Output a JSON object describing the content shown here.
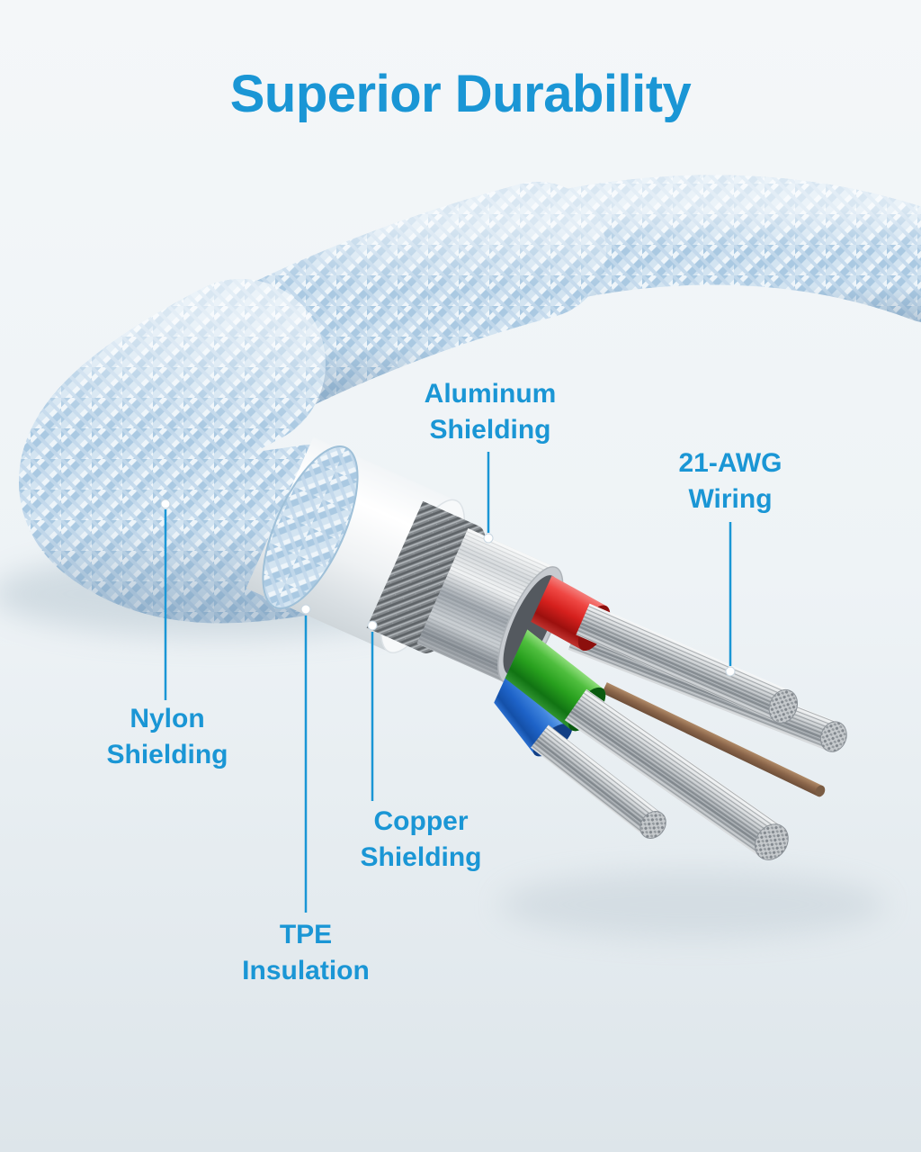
{
  "title": "Superior Durability",
  "colors": {
    "accent": "#1a96d5",
    "background": "#edf2f5",
    "braid_blue": "#b9d4e8",
    "tpe_white": "#f7f9fa",
    "aluminum_silver": "#c7cbd0",
    "copper_dark": "#7d8387",
    "wire_red": "#d5201d",
    "wire_green": "#28a01e",
    "wire_blue": "#1e63c8",
    "strand_silver": "#b7bcc0"
  },
  "callouts": [
    {
      "id": "aluminum-shielding",
      "line1": "Aluminum",
      "line2": "Shielding"
    },
    {
      "id": "awg-wiring",
      "line1": "21-AWG",
      "line2": "Wiring"
    },
    {
      "id": "nylon-shielding",
      "line1": "Nylon",
      "line2": "Shielding"
    },
    {
      "id": "copper-shielding",
      "line1": "Copper",
      "line2": "Shielding"
    },
    {
      "id": "tpe-insulation",
      "line1": "TPE",
      "line2": "Insulation"
    }
  ]
}
